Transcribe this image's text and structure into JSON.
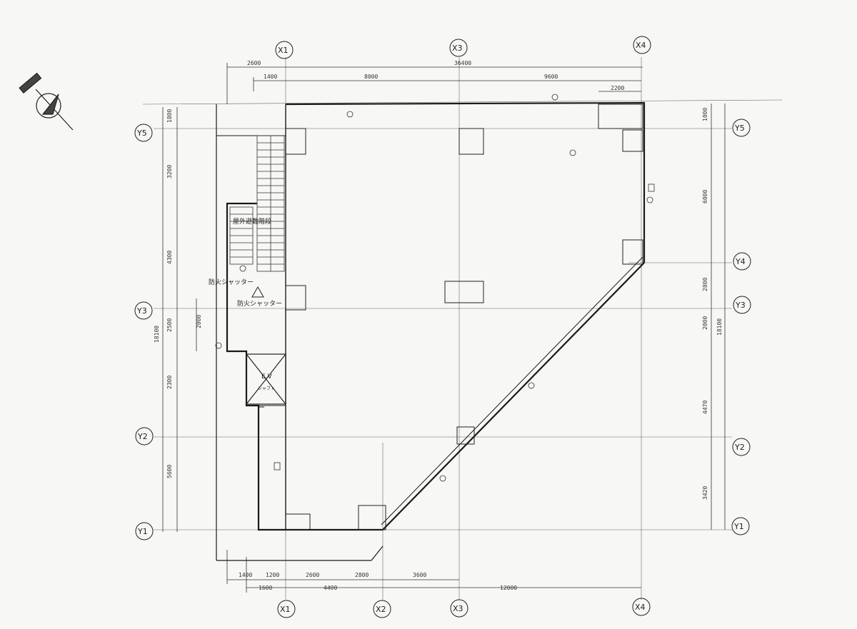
{
  "grid": {
    "x_top": [
      "X1",
      "X3",
      "X4"
    ],
    "x_bottom": [
      "X1",
      "X2",
      "X3",
      "X4"
    ],
    "y_left": [
      "Y5",
      "Y3",
      "Y2",
      "Y1"
    ],
    "y_right": [
      "Y5",
      "Y4",
      "Y3",
      "Y2",
      "Y1"
    ]
  },
  "dimensions": {
    "top_outer": [
      "2600",
      "36400"
    ],
    "top_inner": [
      "1400",
      "8000",
      "9600"
    ],
    "top_corner": "2200",
    "bottom_inner": [
      "1400",
      "1200",
      "2600",
      "2800",
      "3600"
    ],
    "bottom_outer": [
      "1600",
      "4400",
      "12000"
    ],
    "left_inner": [
      "1800",
      "3200",
      "4300",
      "2500",
      "2300",
      "5600"
    ],
    "left_total": "18100",
    "left_small": "2000",
    "right_inner": [
      "1000",
      "6000",
      "2800",
      "2000",
      "4470",
      "3420"
    ],
    "right_total": "18100"
  },
  "labels": {
    "stair_room": "屋外避難階段",
    "shutter_1": "防火シャッター",
    "shutter_2": "防火シャッター",
    "ev": "E.V",
    "ev_sub": "シャフト"
  },
  "colors": {
    "line": "#333333",
    "wall": "#1a1a1a",
    "paper": "#f7f7f5"
  },
  "icons": {
    "compass": "north-arrow-icon"
  }
}
